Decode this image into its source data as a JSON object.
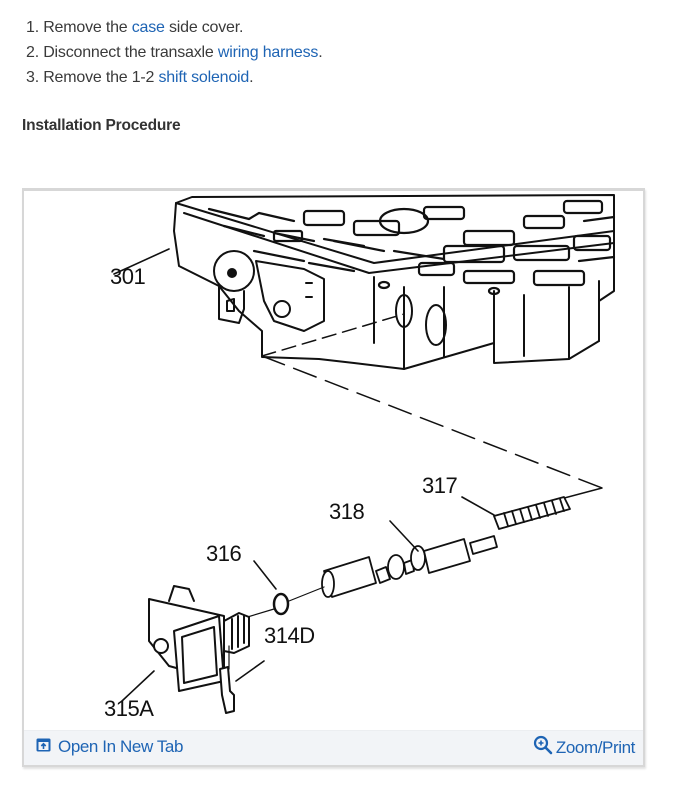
{
  "steps": [
    {
      "number": "1.",
      "before": "Remove the ",
      "link": "case",
      "after": " side cover."
    },
    {
      "number": "2.",
      "before": "Disconnect the transaxle ",
      "link": "wiring harness",
      "after": "."
    },
    {
      "number": "3.",
      "before": "Remove the 1-2 ",
      "link": "shift solenoid",
      "after": "."
    }
  ],
  "section_title": "Installation Procedure",
  "figure": {
    "description": "Exploded view of 1-2 shift solenoid assembly and valve body",
    "callouts": {
      "c301": "301",
      "c317": "317",
      "c318": "318",
      "c316": "316",
      "c314d": "314D",
      "c315a": "315A"
    }
  },
  "footer": {
    "open_tab_label": "Open In New Tab",
    "open_tab_icon": "open-new-tab-icon",
    "zoom_label": "Zoom/Print",
    "zoom_icon": "zoom-in-icon"
  },
  "colors": {
    "text": "#3a3a3a",
    "link": "#1e64b4",
    "card_border": "#d7d7d7",
    "footer_bg": "#f2f4f7"
  }
}
